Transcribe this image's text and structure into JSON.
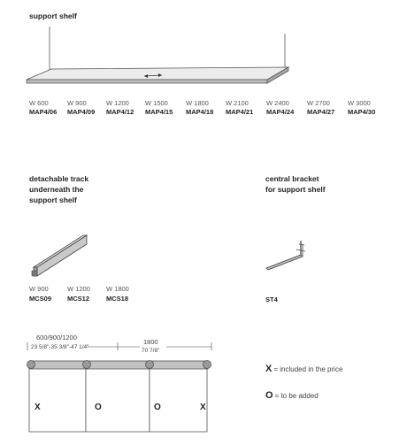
{
  "support_shelf": {
    "title": "support shelf",
    "sizes": [
      {
        "width": "W 600",
        "code": "MAP4/06"
      },
      {
        "width": "W 900",
        "code": "MAP4/09"
      },
      {
        "width": "W 1200",
        "code": "MAP4/12"
      },
      {
        "width": "W 1500",
        "code": "MAP4/15"
      },
      {
        "width": "W 1800",
        "code": "MAP4/18"
      },
      {
        "width": "W 2100",
        "code": "MAP4/21"
      },
      {
        "width": "W 2400",
        "code": "MAP4/24"
      },
      {
        "width": "W 2700",
        "code": "MAP4/27"
      },
      {
        "width": "W 3000",
        "code": "MAP4/30"
      }
    ]
  },
  "track": {
    "title_lines": [
      "detachable track",
      "underneath the",
      "support shelf"
    ],
    "sizes": [
      {
        "width": "W 900",
        "code": "MCS09"
      },
      {
        "width": "W 1200",
        "code": "MCS12"
      },
      {
        "width": "W 1800",
        "code": "MCS18"
      }
    ]
  },
  "bracket": {
    "title_lines": [
      "central bracket",
      "for support shelf"
    ],
    "code": "ST4"
  },
  "diagram": {
    "dim_left_mm": "600/900/1200",
    "dim_left_in": "23 5/8\"-35 3/8\"-47 1/4\"",
    "dim_right_mm": "1800",
    "dim_right_in": "70 7/8\"",
    "marks": [
      "X",
      "O",
      "O",
      "X"
    ]
  },
  "legend": [
    {
      "symbol": "X",
      "text": "= included in the price"
    },
    {
      "symbol": "O",
      "text": "= to be added"
    }
  ]
}
